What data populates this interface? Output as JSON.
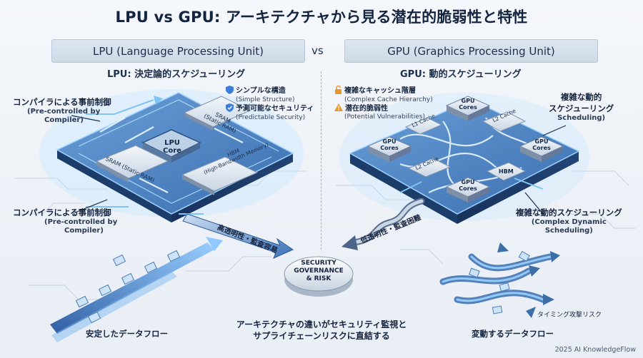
{
  "title": "LPU vs GPU: アーキテクチャから見る潜在的脆弱性と特性",
  "vs": "vs",
  "lpu": {
    "banner": "LPU (Language Processing Unit)",
    "subhead": "LPU: 決定論的スケジューリング",
    "compiler_top_jp": "コンパイラによる事前制御",
    "compiler_top_en_1": "(Pre-controlled by",
    "compiler_top_en_2": "Compiler)",
    "feature1_jp": "シンプルな構造",
    "feature1_en": "(Simple Structure)",
    "feature2_jp": "予測可能なセキュリティ",
    "feature2_en": "(Predictable Security)",
    "core": "LPU\nCore",
    "core_line1": "LPU",
    "core_line2": "Core",
    "sram_top_1": "SRAM",
    "sram_top_2": "(Static RAM)",
    "sram_bottom": "SRAM (Static RAM)",
    "hbm_1": "HBM",
    "hbm_2": "(High-Bandwidth Memory)",
    "compiler_bottom_jp": "コンパイラによる事前制御",
    "compiler_bottom_en_1": "(Pre-controlled by",
    "compiler_bottom_en_2": "Compiler)",
    "arrow_label": "高透明性・監査容易",
    "dataflow": "安定したデータフロー"
  },
  "gpu": {
    "banner": "GPU (Graphics Processing Unit)",
    "subhead": "GPU: 動的スケジューリング",
    "feature1_jp": "複雑なキャッシュ階層",
    "feature1_en": "(Complex Cache Hierarchy)",
    "feature2_jp": "潜在的脆弱性",
    "feature2_en": "(Potential Vulnerabilities)",
    "sched_top_jp_1": "複雑な動的",
    "sched_top_jp_2": "スケジューリング",
    "sched_top_en": "Scheduling)",
    "gpu_cores": "GPU\nCores",
    "gpu_line1": "GPU",
    "gpu_line2": "Cores",
    "l1": "L1 Cache",
    "l2_top": "L2 Cache",
    "l2_bottom": "L2 Cache",
    "hbm": "HBM",
    "sched_bottom_jp": "複雑な動的スケジューリング",
    "sched_bottom_en_1": "(Complex Dynamic",
    "sched_bottom_en_2": "Scheduling)",
    "arrow_label": "低透明性・監査困難",
    "timing": "タイミング攻撃リスク",
    "dataflow": "変動するデータフロー"
  },
  "center": {
    "line1": "SECURITY",
    "line2": "GOVERNANCE",
    "line3": "& RISK"
  },
  "footer": {
    "line1": "アーキテクチャの違いがセキュリティ監視と",
    "line2": "サプライチェーンリスクに直結する"
  },
  "credit": "2025 AI KnowledgeFlow",
  "colors": {
    "chip_face": "#4f86c6",
    "chip_dark": "#23487a",
    "glow": "#7fd6ff",
    "warn": "#e8962a",
    "shield": "#3b7dd8"
  }
}
